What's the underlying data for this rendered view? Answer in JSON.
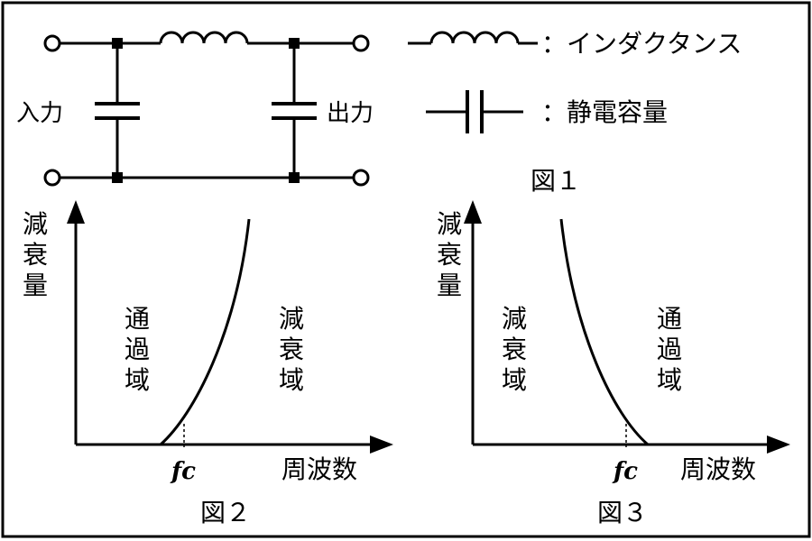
{
  "circuit": {
    "input_label": "入力",
    "output_label": "出力",
    "figure_label": "図１"
  },
  "legend": {
    "inductance_label": "：インダクタンス",
    "capacitance_label": "：静電容量"
  },
  "fig2": {
    "y_axis_label": [
      "減",
      "衰",
      "量"
    ],
    "x_axis_label": "周波数",
    "cutoff_label": "fc",
    "left_region": [
      "通",
      "過",
      "域"
    ],
    "right_region": [
      "減",
      "衰",
      "域"
    ],
    "figure_label": "図２"
  },
  "fig3": {
    "y_axis_label": [
      "減",
      "衰",
      "量"
    ],
    "x_axis_label": "周波数",
    "cutoff_label": "fc",
    "left_region": [
      "減",
      "衰",
      "域"
    ],
    "right_region": [
      "通",
      "過",
      "域"
    ],
    "figure_label": "図３"
  }
}
